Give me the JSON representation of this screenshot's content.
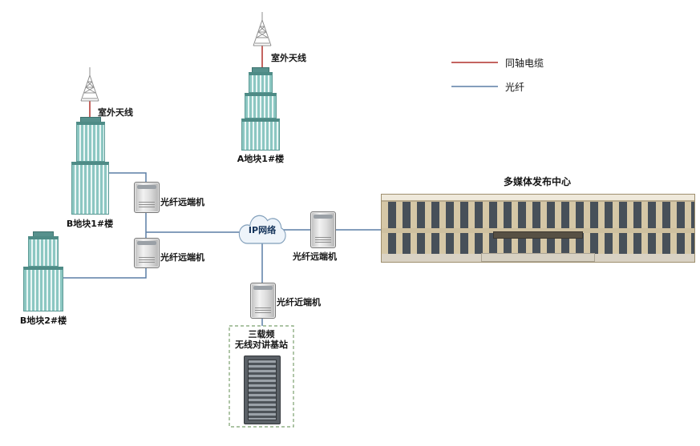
{
  "colors": {
    "coax": "#b0312b",
    "fiber": "#5b7ea6",
    "group_border": "#7ba06e"
  },
  "legend": {
    "coax_label": "同轴电缆",
    "fiber_label": "光纤"
  },
  "nodes": {
    "antenna_b1_label": "室外天线",
    "antenna_a_label": "室外天线",
    "building_b1_label": "B地块1#楼",
    "building_b2_label": "B地块2#楼",
    "building_a_label": "A地块1#楼",
    "cloud_label": "IP网络",
    "remote1_label": "光纤远端机",
    "remote2_label": "光纤远端机",
    "remote3_label": "光纤远端机",
    "near_end_label": "光纤近端机",
    "base_station": {
      "line1": "三载频",
      "line2": "无线对讲基站"
    },
    "media_center_label": "多媒体发布中心"
  }
}
